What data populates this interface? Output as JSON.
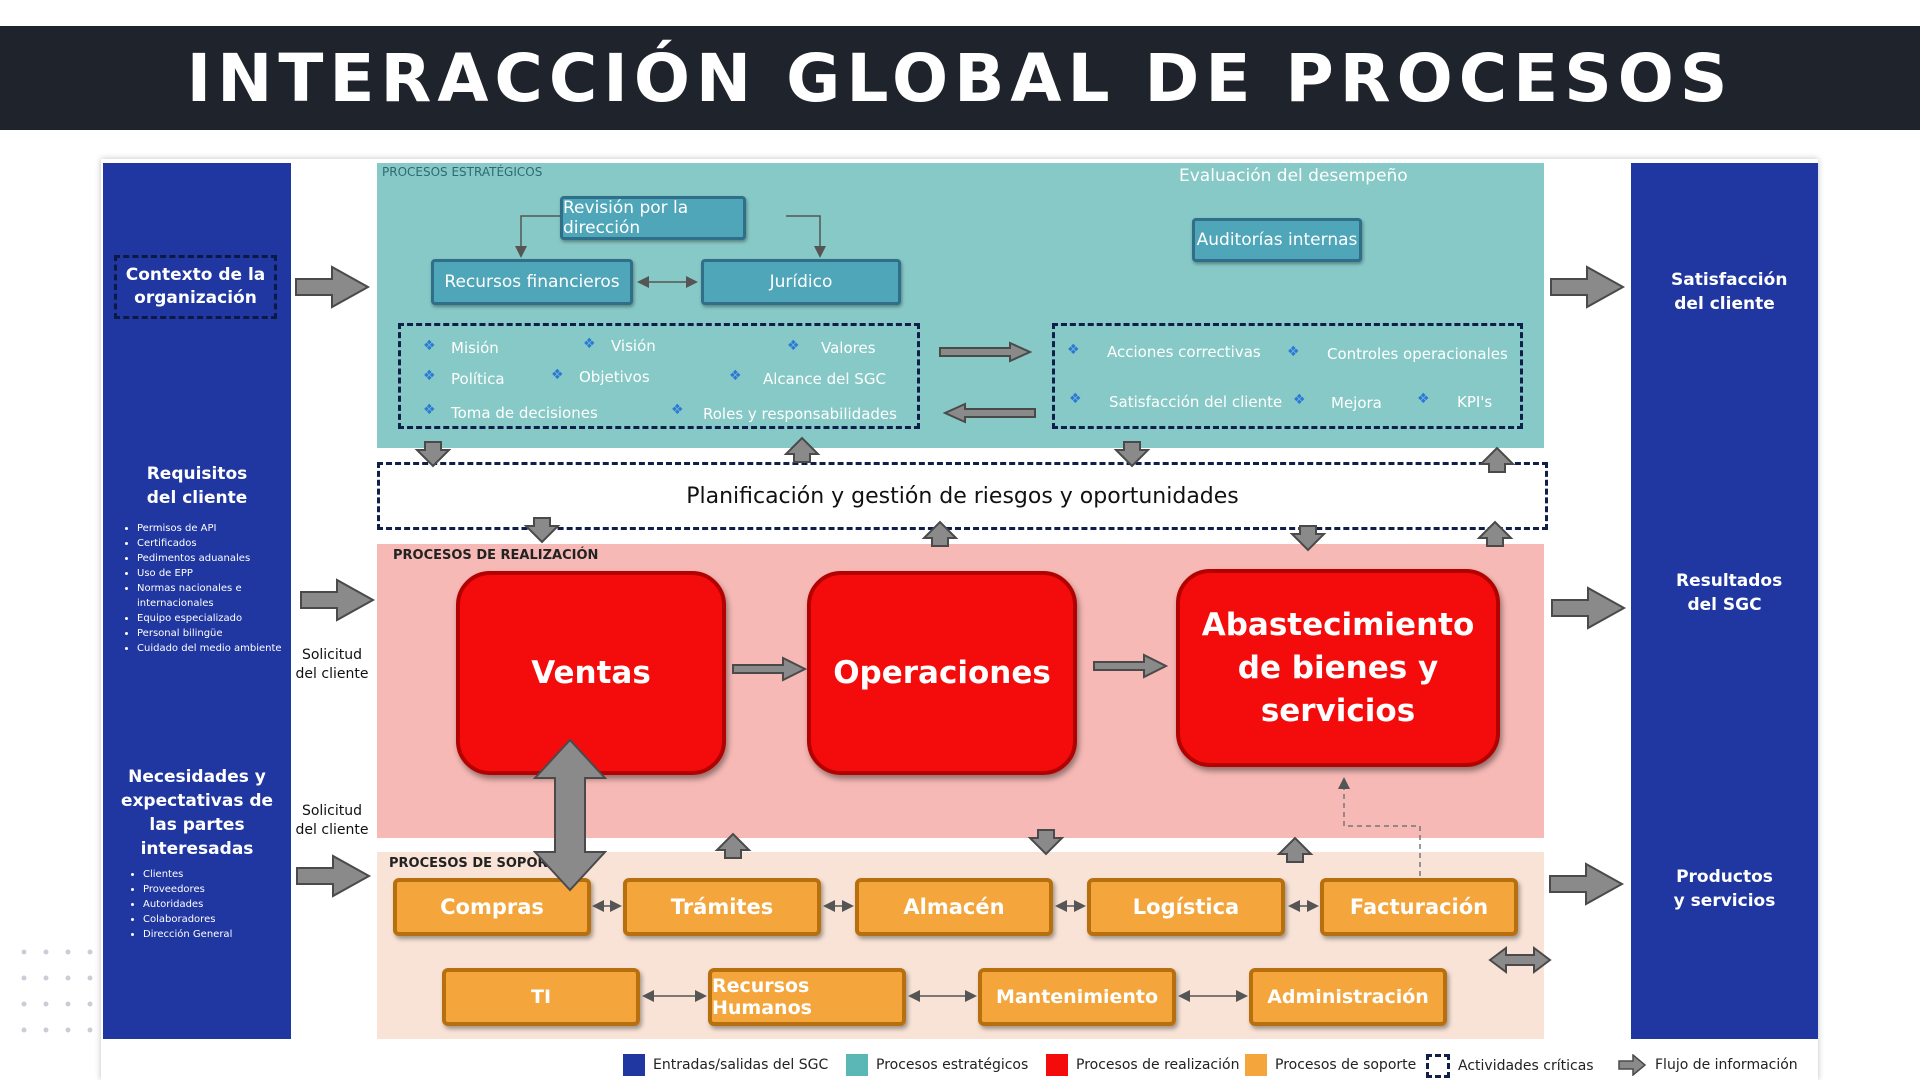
{
  "title": "INTERACCIÓN GLOBAL DE PROCESOS",
  "left_column": {
    "contexto": "Contexto de la organización",
    "requisitos_title": "Requisitos del cliente",
    "requisitos_items": [
      "Permisos de API",
      "Certificados",
      "Pedimentos aduanales",
      "Uso de EPP",
      "Normas nacionales e internacionales",
      "Equipo especializado",
      "Personal bilingüe",
      "Cuidado del medio ambiente"
    ],
    "necesidades_title": "Necesidades y expectativas de las partes interesadas",
    "necesidades_items": [
      "Clientes",
      "Proveedores",
      "Autoridades",
      "Colaboradores",
      "Dirección General"
    ]
  },
  "solicitud_1": "Solicitud del cliente",
  "solicitud_2": "Solicitud del cliente",
  "right_column": {
    "satisfaccion": "Satisfacción del cliente",
    "resultados": "Resultados del SGC",
    "productos": "Productos y servicios"
  },
  "estrategicos": {
    "label": "PROCESOS ESTRATÉGICOS",
    "evaluacion": "Evaluación del desempeño",
    "revision": "Revisión por la dirección",
    "recursos": "Recursos financieros",
    "juridico": "Jurídico",
    "auditorias": "Auditorías internas",
    "left_items": [
      "Misión",
      "Visión",
      "Valores",
      "Política",
      "Objetivos",
      "Alcance del SGC",
      "Toma de decisiones",
      "Roles y responsabilidades"
    ],
    "right_items": [
      "Acciones correctivas",
      "Controles operacionales",
      "Satisfacción del cliente",
      "Mejora",
      "KPI's"
    ]
  },
  "planificacion": "Planificación y gestión de riesgos y oportunidades",
  "realizacion": {
    "label": "PROCESOS DE REALIZACIÓN",
    "ventas": "Ventas",
    "operaciones": "Operaciones",
    "abastecimiento": "Abastecimiento de bienes y servicios"
  },
  "soporte": {
    "label": "PROCESOS DE SOPORTE",
    "row1": [
      "Compras",
      "Trámites",
      "Almacén",
      "Logística",
      "Facturación"
    ],
    "row2": [
      "TI",
      "Recursos Humanos",
      "Mantenimiento",
      "Administración"
    ]
  },
  "legend": [
    {
      "label": "Entradas/salidas del SGC",
      "color": "#2036a0"
    },
    {
      "label": "Procesos estratégicos",
      "color": "#5ab7b5"
    },
    {
      "label": "Procesos de realización",
      "color": "#f40c0c"
    },
    {
      "label": "Procesos de soporte",
      "color": "#f4a53b"
    },
    {
      "label": "Actividades críticas",
      "color": "#0f1f4a"
    },
    {
      "label": "Flujo de información",
      "color": "#7a7a7a"
    }
  ]
}
